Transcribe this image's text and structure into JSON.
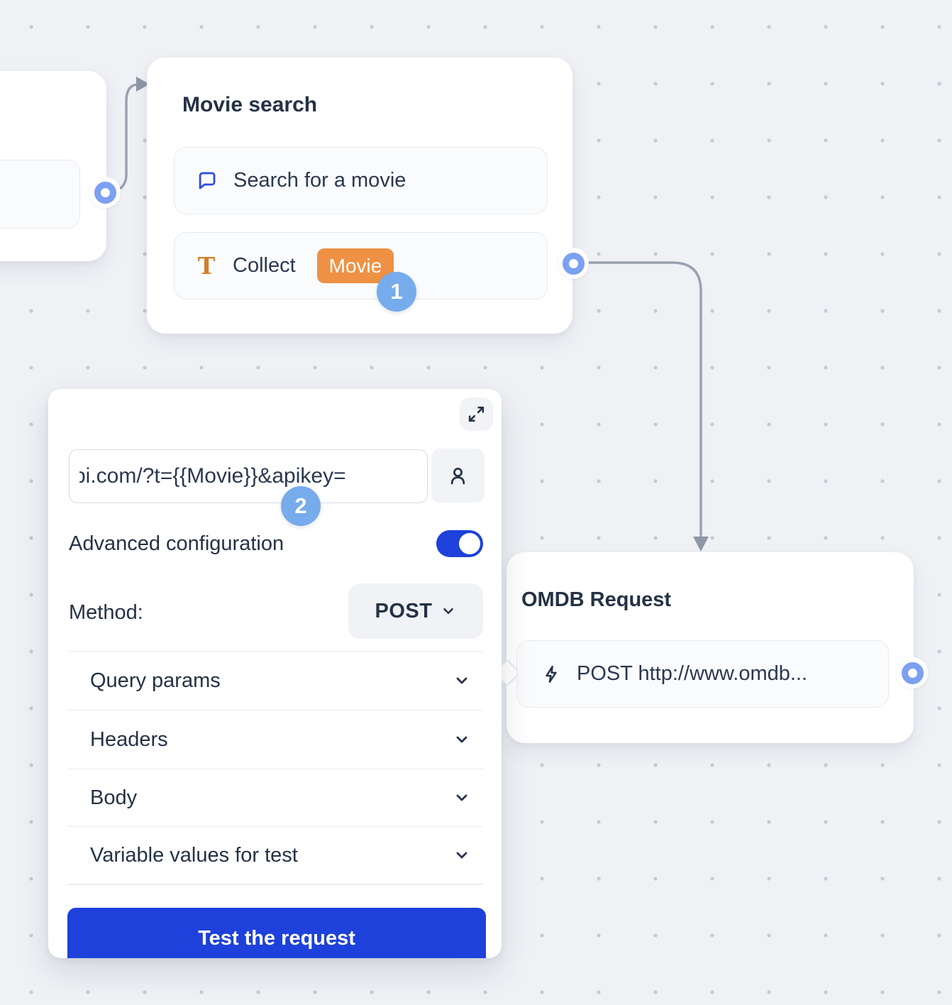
{
  "colors": {
    "accent_blue": "#1D41DA",
    "port_blue": "#7CA0F2",
    "badge_blue": "#76ABEC",
    "chip_orange": "#EE9144",
    "t_icon_orange": "#D57D2B",
    "chat_icon_blue": "#2B4BE1",
    "connector_gray": "#9AA2B1",
    "background": "#EFF1F5",
    "text_dark": "#243245"
  },
  "icons": {
    "chat_bubble": "chat-bubble-icon",
    "text_input": "text-input-icon",
    "expand": "expand-icon",
    "user": "user-icon",
    "chevron_down": "chevron-down-icon",
    "lightning": "lightning-icon"
  },
  "movie_node": {
    "title": "Movie search",
    "items": [
      {
        "icon": "chat-bubble-icon",
        "label": "Search for a movie"
      },
      {
        "icon": "text-input-icon",
        "icon_glyph": "T",
        "label": "Collect",
        "variable_chip": "Movie"
      }
    ],
    "step_badge": "1"
  },
  "request_panel": {
    "url_input": {
      "value": "pi.com/?t={{Movie}}&apikey="
    },
    "step_badge": "2",
    "advanced_configuration_label": "Advanced configuration",
    "advanced_configuration_enabled": true,
    "method_label": "Method:",
    "method_value": "POST",
    "sections": [
      {
        "label": "Query params"
      },
      {
        "label": "Headers"
      },
      {
        "label": "Body"
      },
      {
        "label": "Variable values for test"
      }
    ],
    "test_button_label": "Test the request"
  },
  "omdb_node": {
    "title": "OMDB Request",
    "request_label": "POST http://www.omdb..."
  }
}
